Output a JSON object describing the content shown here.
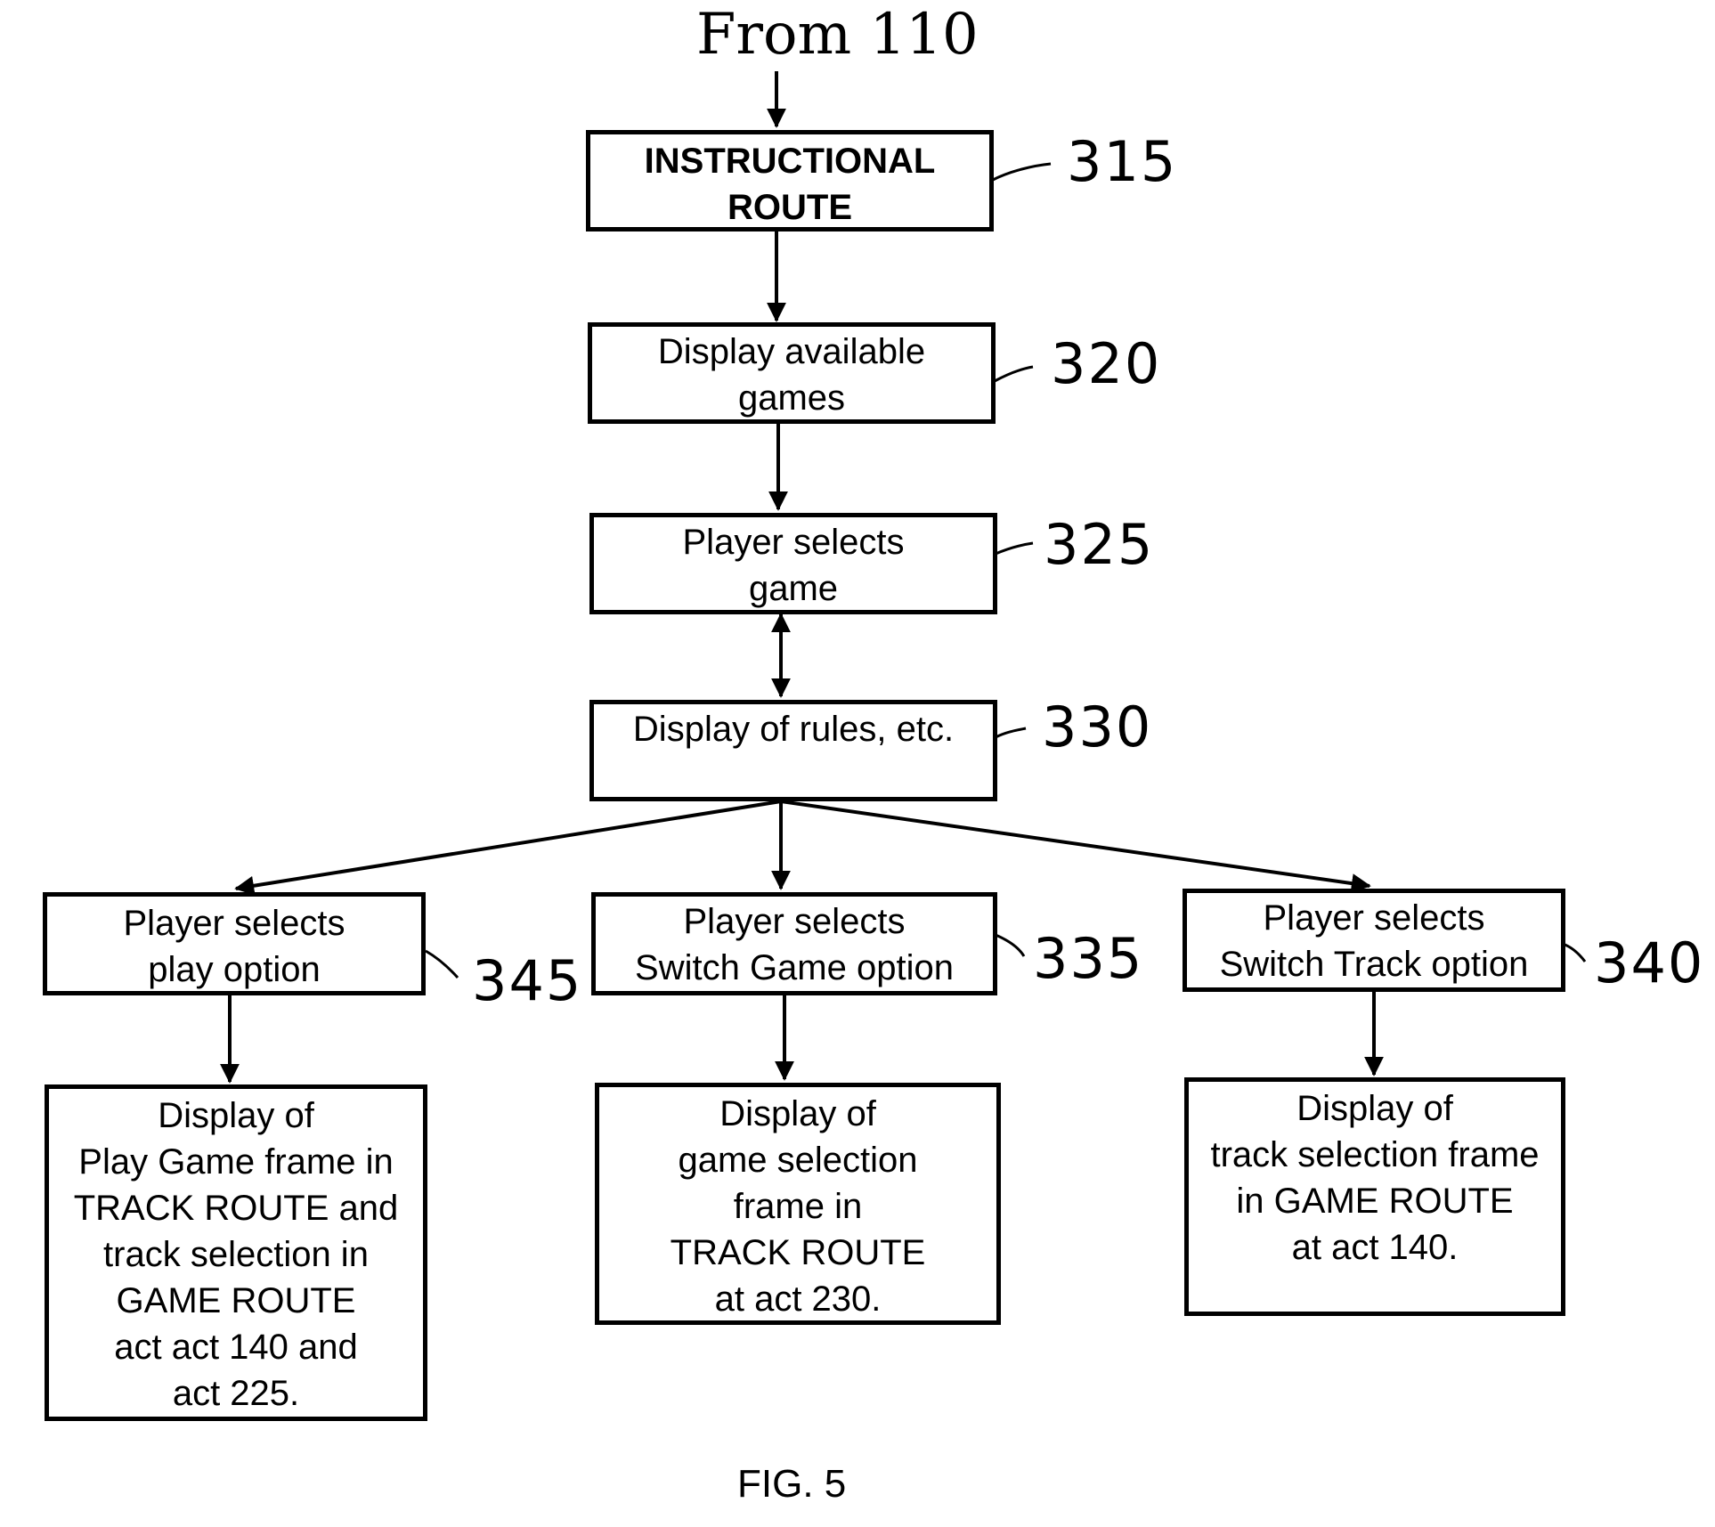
{
  "header": {
    "from_label": "From 110"
  },
  "nodes": {
    "instructional_route": {
      "lines": [
        "INSTRUCTIONAL",
        "ROUTE"
      ],
      "ref": "315"
    },
    "display_games": {
      "lines": [
        "Display available",
        "games"
      ],
      "ref": "320"
    },
    "player_selects_game": {
      "lines": [
        "Player selects",
        "game"
      ],
      "ref": "325"
    },
    "display_rules": {
      "lines": [
        "Display of rules, etc."
      ],
      "ref": "330"
    },
    "play_option": {
      "lines": [
        "Player selects",
        "play option"
      ],
      "ref": "345"
    },
    "switch_game_option": {
      "lines": [
        "Player selects",
        "Switch Game option"
      ],
      "ref": "335"
    },
    "switch_track_option": {
      "lines": [
        "Player selects",
        "Switch Track option"
      ],
      "ref": "340"
    },
    "play_game_frame": {
      "lines": [
        "Display of",
        "Play Game frame in",
        "TRACK ROUTE and",
        "track selection in",
        "GAME ROUTE",
        "act act 140 and",
        "act 225."
      ]
    },
    "game_selection_frame": {
      "lines": [
        "Display of",
        "game selection",
        "frame in",
        "TRACK ROUTE",
        "at act 230."
      ]
    },
    "track_selection_frame": {
      "lines": [
        "Display of",
        "track selection frame",
        "in GAME ROUTE",
        "at act 140."
      ]
    }
  },
  "caption": "FIG. 5"
}
